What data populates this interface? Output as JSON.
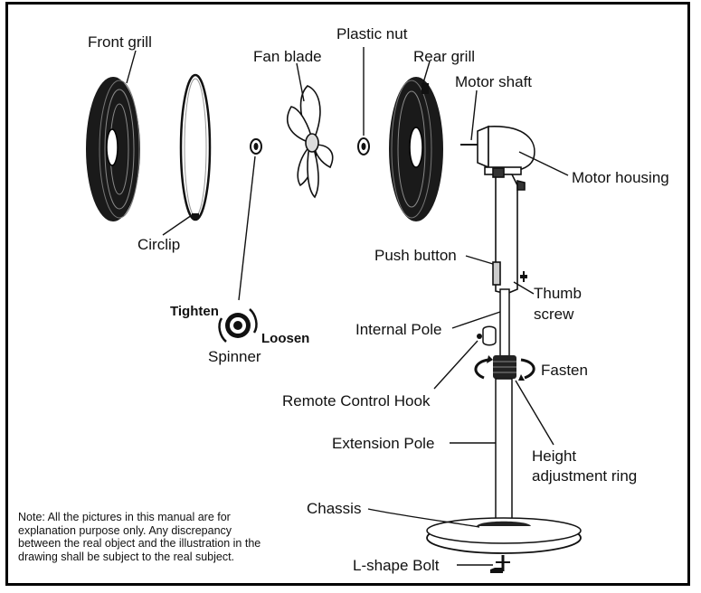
{
  "labels": {
    "front_grill": "Front grill",
    "fan_blade": "Fan blade",
    "plastic_nut": "Plastic nut",
    "rear_grill": "Rear grill",
    "motor_shaft": "Motor shaft",
    "motor_housing": "Motor housing",
    "circlip": "Circlip",
    "push_button": "Push button",
    "thumb_screw_1": "Thumb",
    "thumb_screw_2": "screw",
    "tighten": "Tighten",
    "loosen": "Loosen",
    "spinner": "Spinner",
    "internal_pole": "Internal Pole",
    "fasten": "Fasten",
    "remote_control_hook": "Remote Control Hook",
    "extension_pole": "Extension Pole",
    "height_ring_1": "Height",
    "height_ring_2": "adjustment ring",
    "chassis": "Chassis",
    "l_shape_bolt": "L-shape Bolt"
  },
  "note": "Note: All the pictures in this manual are for explanation purpose only. Any discrepancy between the real object and the illustration in the drawing shall be subject to the real subject."
}
